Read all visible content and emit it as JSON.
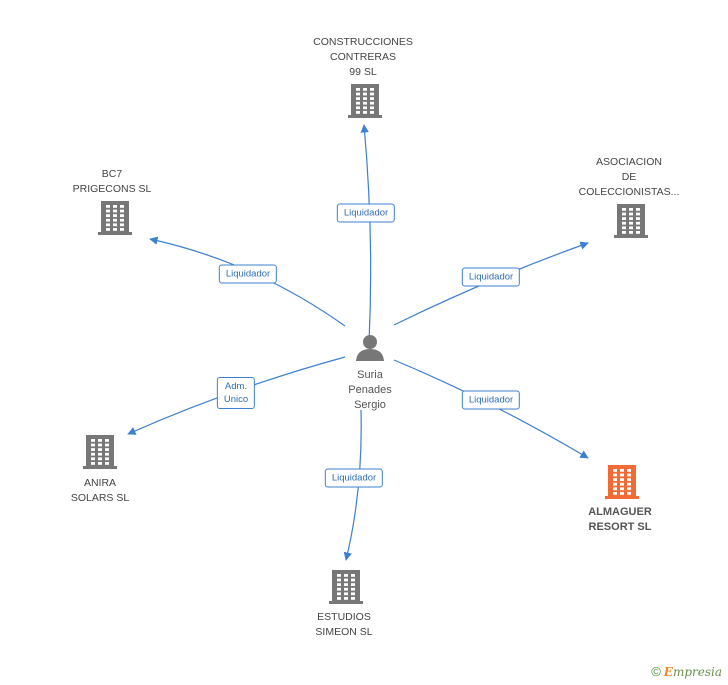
{
  "center": {
    "label": "Suria\nPenades\nSergio",
    "icon": "person-icon"
  },
  "nodes": [
    {
      "id": "construcciones",
      "label": "CONSTRUCCIONES\nCONTRERAS\n99 SL",
      "icon": "building-icon",
      "highlight": false
    },
    {
      "id": "bc7",
      "label": "BC7\nPRIGECONS SL",
      "icon": "building-icon",
      "highlight": false
    },
    {
      "id": "asociacion",
      "label": "ASOCIACION\nDE\nCOLECCIONISTAS...",
      "icon": "building-icon",
      "highlight": false
    },
    {
      "id": "anira",
      "label": "ANIRA\nSOLARS SL",
      "icon": "building-icon",
      "highlight": false
    },
    {
      "id": "almaguer",
      "label": "ALMAGUER\nRESORT SL",
      "icon": "building-icon",
      "highlight": true
    },
    {
      "id": "estudios",
      "label": "ESTUDIOS\nSIMEON SL",
      "icon": "building-icon",
      "highlight": false
    }
  ],
  "edges": [
    {
      "to": "construcciones",
      "label": "Liquidador"
    },
    {
      "to": "bc7",
      "label": "Liquidador"
    },
    {
      "to": "asociacion",
      "label": "Liquidador"
    },
    {
      "to": "anira",
      "label": "Adm.\nUnico"
    },
    {
      "to": "almaguer",
      "label": "Liquidador"
    },
    {
      "to": "estudios",
      "label": "Liquidador"
    }
  ],
  "colors": {
    "edge": "#3d7fd0",
    "building": "#777777",
    "highlight": "#f26a35",
    "person": "#777777"
  },
  "footer": {
    "copyright": "©",
    "brand_first": "E",
    "brand_rest": "mpresia"
  }
}
